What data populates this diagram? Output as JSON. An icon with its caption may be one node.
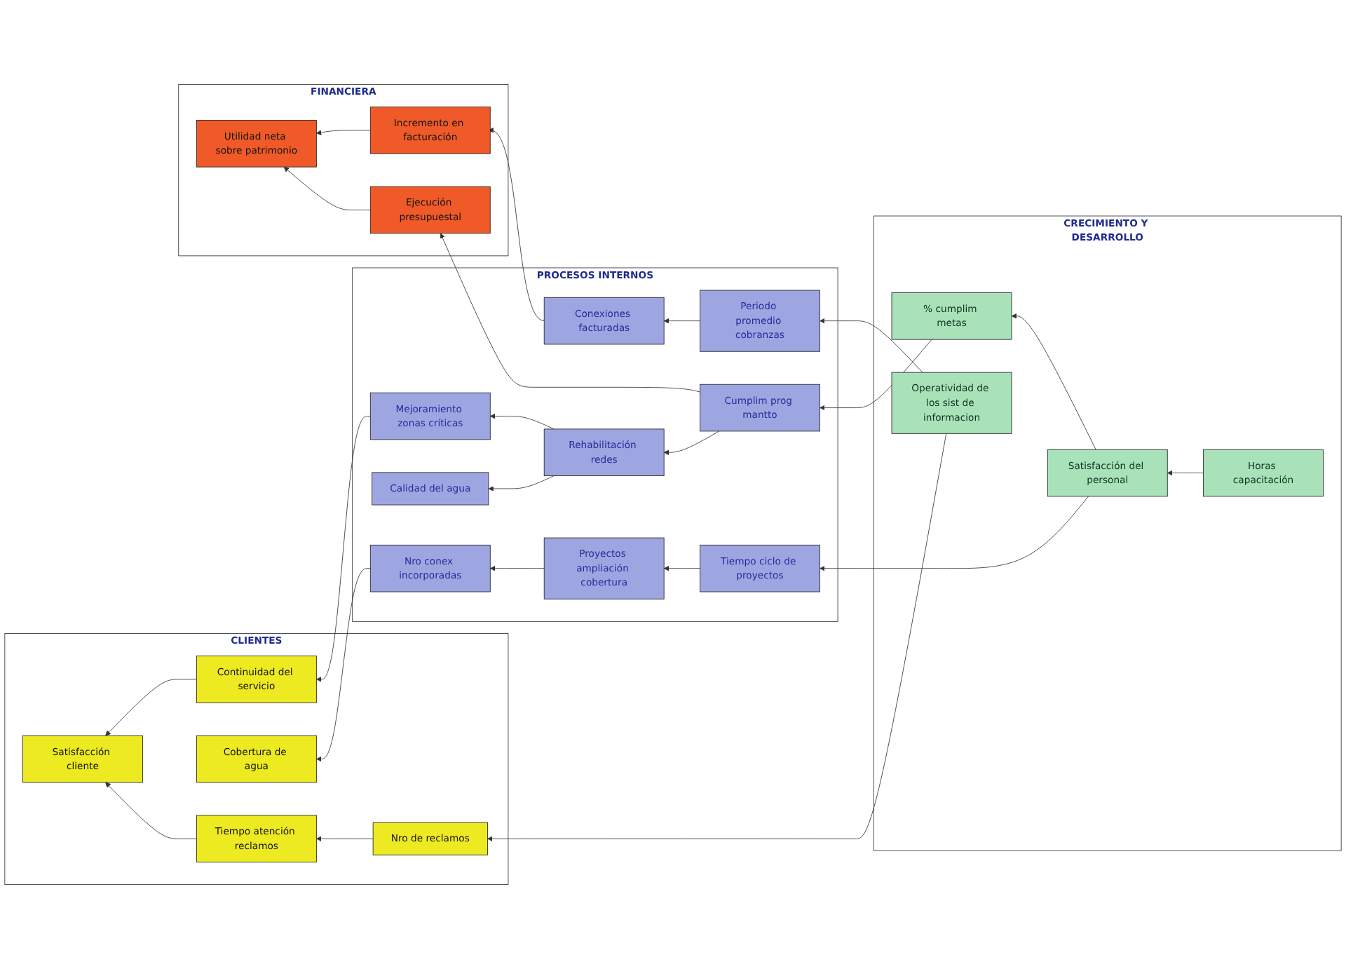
{
  "diagram": {
    "nodes": [
      {
        "text": [
          "CLIENTES"
        ]
      },
      {
        "text": [
          "Nro de reclamos"
        ],
        "in": 0
      },
      {
        "text": [
          "Tiempo atención reclamos"
        ],
        "in": 0
      },
      {
        "text": [
          "Cobertura de agua"
        ],
        "in": 0
      },
      {
        "text": [
          "Satisfacción cliente"
        ],
        "in": 0
      },
      {
        "text": [
          "Continuidad del servicio"
        ],
        "in": 0
      },
      {
        "text": [
          "FINANCIERA"
        ]
      },
      {
        "text": [
          "Utilidad neta sobre patrimonio"
        ],
        "in": 6
      },
      {
        "text": [
          "Ejecución presupuestal"
        ],
        "in": 6
      },
      {
        "text": [
          "Incremento en facturación"
        ],
        "in": 6
      },
      {
        "text": [
          "PROCESOS INTERNOS"
        ]
      },
      {
        "text": [
          "Tiempo ciclo de proyectos"
        ],
        "in": 10
      },
      {
        "text": [
          "Proyectos ampliación cobertura"
        ],
        "in": 10
      },
      {
        "text": [
          "Cumplim prog mantto"
        ],
        "in": 10
      },
      {
        "text": [
          "Conexiones facturadas"
        ],
        "in": 10
      },
      {
        "text": [
          "Nro conex incorporadas"
        ],
        "in": 10
      },
      {
        "text": [
          "Periodo promedio cobranzas"
        ],
        "in": 10
      },
      {
        "text": [
          "Calidad del agua"
        ],
        "in": 10
      },
      {
        "text": [
          "Rehabilitación redes"
        ],
        "in": 10
      },
      {
        "text": [
          "Mejoramiento zonas críticas"
        ],
        "in": 10
      },
      {
        "text": [
          "CRECIMIENTO Y DESARROLLO"
        ]
      },
      {
        "text": [
          "Satisfacción del personal"
        ],
        "in": 20
      },
      {
        "text": [
          "% cumplim metas"
        ],
        "in": 20
      },
      {
        "text": [
          "Horas capacitación"
        ],
        "in": 20
      },
      {
        "text": [
          "Operatividad de los sist de informacion"
        ],
        "in": 20
      }
    ],
    "edges": [
      {
        "from": 1,
        "to": 2,
        "arrow": "to"
      },
      {
        "from": 2,
        "to": 4,
        "arrow": "to"
      },
      {
        "from": 5,
        "to": 4,
        "arrow": "to"
      },
      {
        "from": 15,
        "to": 3,
        "arrow": "to"
      },
      {
        "from": 8,
        "to": 7,
        "arrow": "to"
      },
      {
        "from": 9,
        "to": 7,
        "arrow": "to"
      },
      {
        "from": 14,
        "to": 9,
        "arrow": "to"
      },
      {
        "from": 13,
        "to": 8,
        "arrow": "to"
      },
      {
        "from": 16,
        "to": 14,
        "arrow": "to"
      },
      {
        "from": 21,
        "to": 11,
        "arrow": "to"
      },
      {
        "from": 11,
        "to": 12,
        "arrow": "to"
      },
      {
        "from": 12,
        "to": 15,
        "arrow": "to"
      },
      {
        "from": 21,
        "to": 22,
        "arrow": "to"
      },
      {
        "from": 22,
        "to": 13,
        "arrow": "to"
      },
      {
        "from": 23,
        "to": 21,
        "arrow": "to"
      },
      {
        "from": 24,
        "to": 16,
        "arrow": "to"
      },
      {
        "from": 18,
        "to": 17,
        "arrow": "to"
      },
      {
        "from": 13,
        "to": 18,
        "arrow": "to"
      },
      {
        "from": 18,
        "to": 19,
        "arrow": "to"
      },
      {
        "from": 19,
        "to": 5,
        "arrow": "to"
      },
      {
        "from": 24,
        "to": 1,
        "arrow": "to"
      }
    ]
  }
}
